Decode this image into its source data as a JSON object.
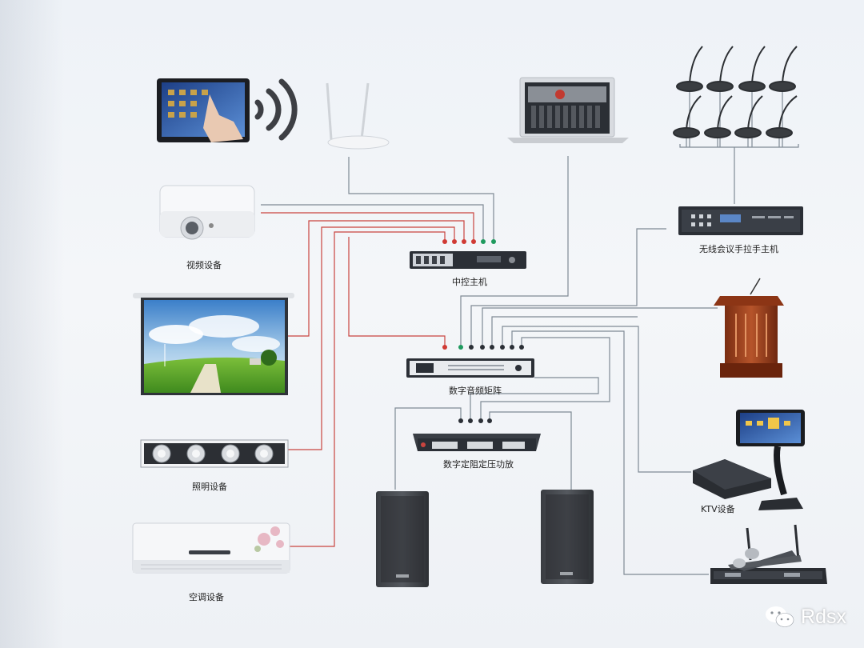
{
  "labels": {
    "video": "视频设备",
    "central_control": "中控主机",
    "wireless_host": "无线会议手拉手主机",
    "audio_matrix": "数字音频矩阵",
    "amplifier": "数字定阻定压功放",
    "lighting": "照明设备",
    "ktv": "KTV设备",
    "ac": "空调设备"
  },
  "watermark": {
    "text": "Rdsx"
  },
  "colors": {
    "wire_gray": "#7f8a95",
    "wire_red": "#c9443f",
    "port_red": "#d03a34",
    "port_green": "#1f9a5e",
    "rack_dark": "#2b2f36"
  },
  "icons": [
    "tablet-icon",
    "wifi-icon",
    "router-icon",
    "laptop-icon",
    "microphone-icon",
    "projector-icon",
    "rack-unit-icon",
    "projection-screen-icon",
    "podium-icon",
    "light-fixture-icon",
    "ktv-touchscreen-icon",
    "air-conditioner-icon",
    "speaker-icon",
    "wireless-mic-receiver-icon",
    "wechat-icon"
  ]
}
